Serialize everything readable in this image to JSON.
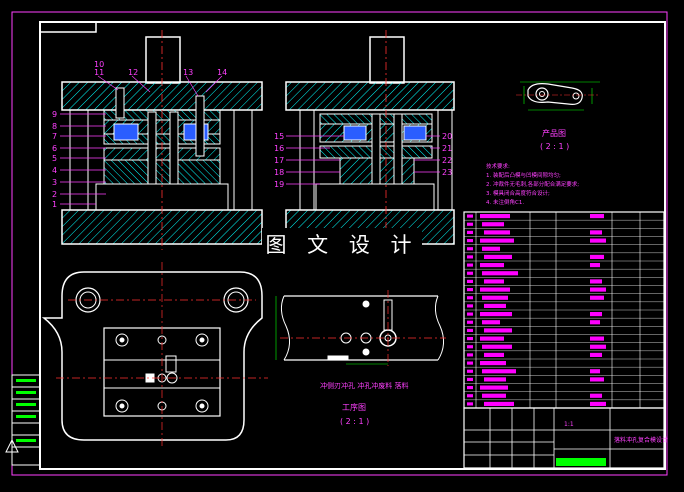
{
  "drawing": {
    "watermark": "图 文 设 计",
    "part_numbers_left": [
      "10",
      "11",
      "12",
      "13",
      "14",
      "9",
      "8",
      "7",
      "6",
      "5",
      "4",
      "3",
      "2",
      "1"
    ],
    "part_numbers_right": [
      "15",
      "16",
      "17",
      "18",
      "19",
      "20",
      "21",
      "22",
      "23"
    ],
    "product_view_title": "产品图",
    "product_view_scale": "( 2 : 1 )",
    "strip_view_title": "工序图",
    "strip_view_scale": "( 2 : 1 )",
    "strip_caption": "冲侧刃冲孔 冲孔冲废料 落料",
    "tech_notes": [
      "技术要求:",
      "1. 装配后凸模与凹模间隙均匀;",
      "2. 冲裁件无毛刺,各部分配合满足要求;",
      "3. 模具闭合高度符合设计;",
      "4. 未注倒角C1."
    ],
    "title_block_name": "落料冲孔复合模设计",
    "title_block_scale": "1:1"
  },
  "colors": {
    "outline": "#ffffff",
    "hatch": "#00ffff",
    "centerline": "#ff3030",
    "text": "#ff40ff",
    "dimension": "#00ff00",
    "table_fill": "#ff00ff"
  }
}
